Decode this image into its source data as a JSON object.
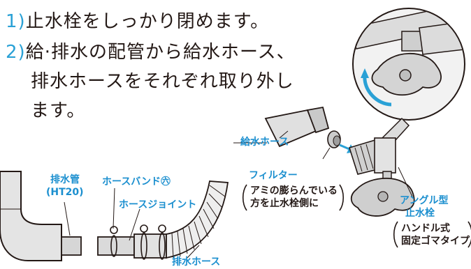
{
  "instructions": {
    "step1": {
      "num": "1)",
      "text": "止水栓をしっかり閉めます。"
    },
    "step2": {
      "num": "2)",
      "line1": "給·排水の配管から給水ホース、",
      "line2": "排水ホースをそれぞれ取り外し",
      "line3": "ます。"
    }
  },
  "labels": {
    "drain_pipe": "排水管",
    "drain_pipe_model": "(HT20)",
    "hose_band": "ホースバンド㊅",
    "hose_joint": "ホースジョイント",
    "drain_hose": "排水ホース",
    "supply_hose": "給水ホース",
    "filter": "フィルター",
    "filter_note_1": "アミの膨らんでいる",
    "filter_note_2": "方を止水栓側に",
    "angle_valve_1": "アングル型",
    "angle_valve_2": "止水栓",
    "angle_valve_note_1": "ハンドル式",
    "angle_valve_note_2": "固定ゴマタイプ"
  },
  "colors": {
    "accent": "#2aa1d6",
    "label": "#1b8fcf",
    "part_fill": "#d9d9d9",
    "line": "#231815"
  },
  "icons": [
    "rotation-arrow-icon",
    "connect-arrow-icon"
  ]
}
